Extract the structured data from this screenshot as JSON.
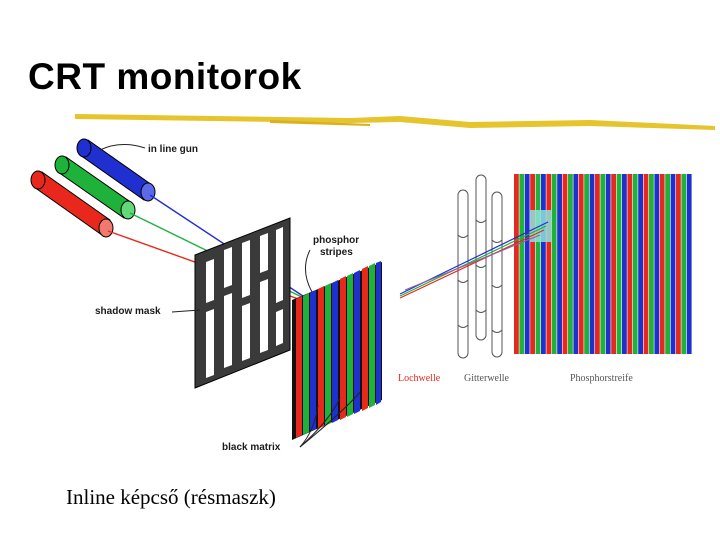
{
  "slide": {
    "title": "CRT monitorok",
    "caption": "Inline képcső (résmaszk)"
  },
  "diagram_left": {
    "labels": {
      "gun": "in line gun",
      "phosphor_1": "phosphor",
      "phosphor_2": "stripes",
      "mask": "shadow mask",
      "matrix": "black matrix"
    }
  },
  "diagram_right": {
    "labels": {
      "beam": "Lochwelle",
      "grille": "Gitterwelle",
      "phosphor": "Phosphorstreife"
    }
  },
  "colors": {
    "red": "#e8281c",
    "green": "#1fb23a",
    "blue": "#2030d0",
    "accent_line": "#e6c42c"
  }
}
